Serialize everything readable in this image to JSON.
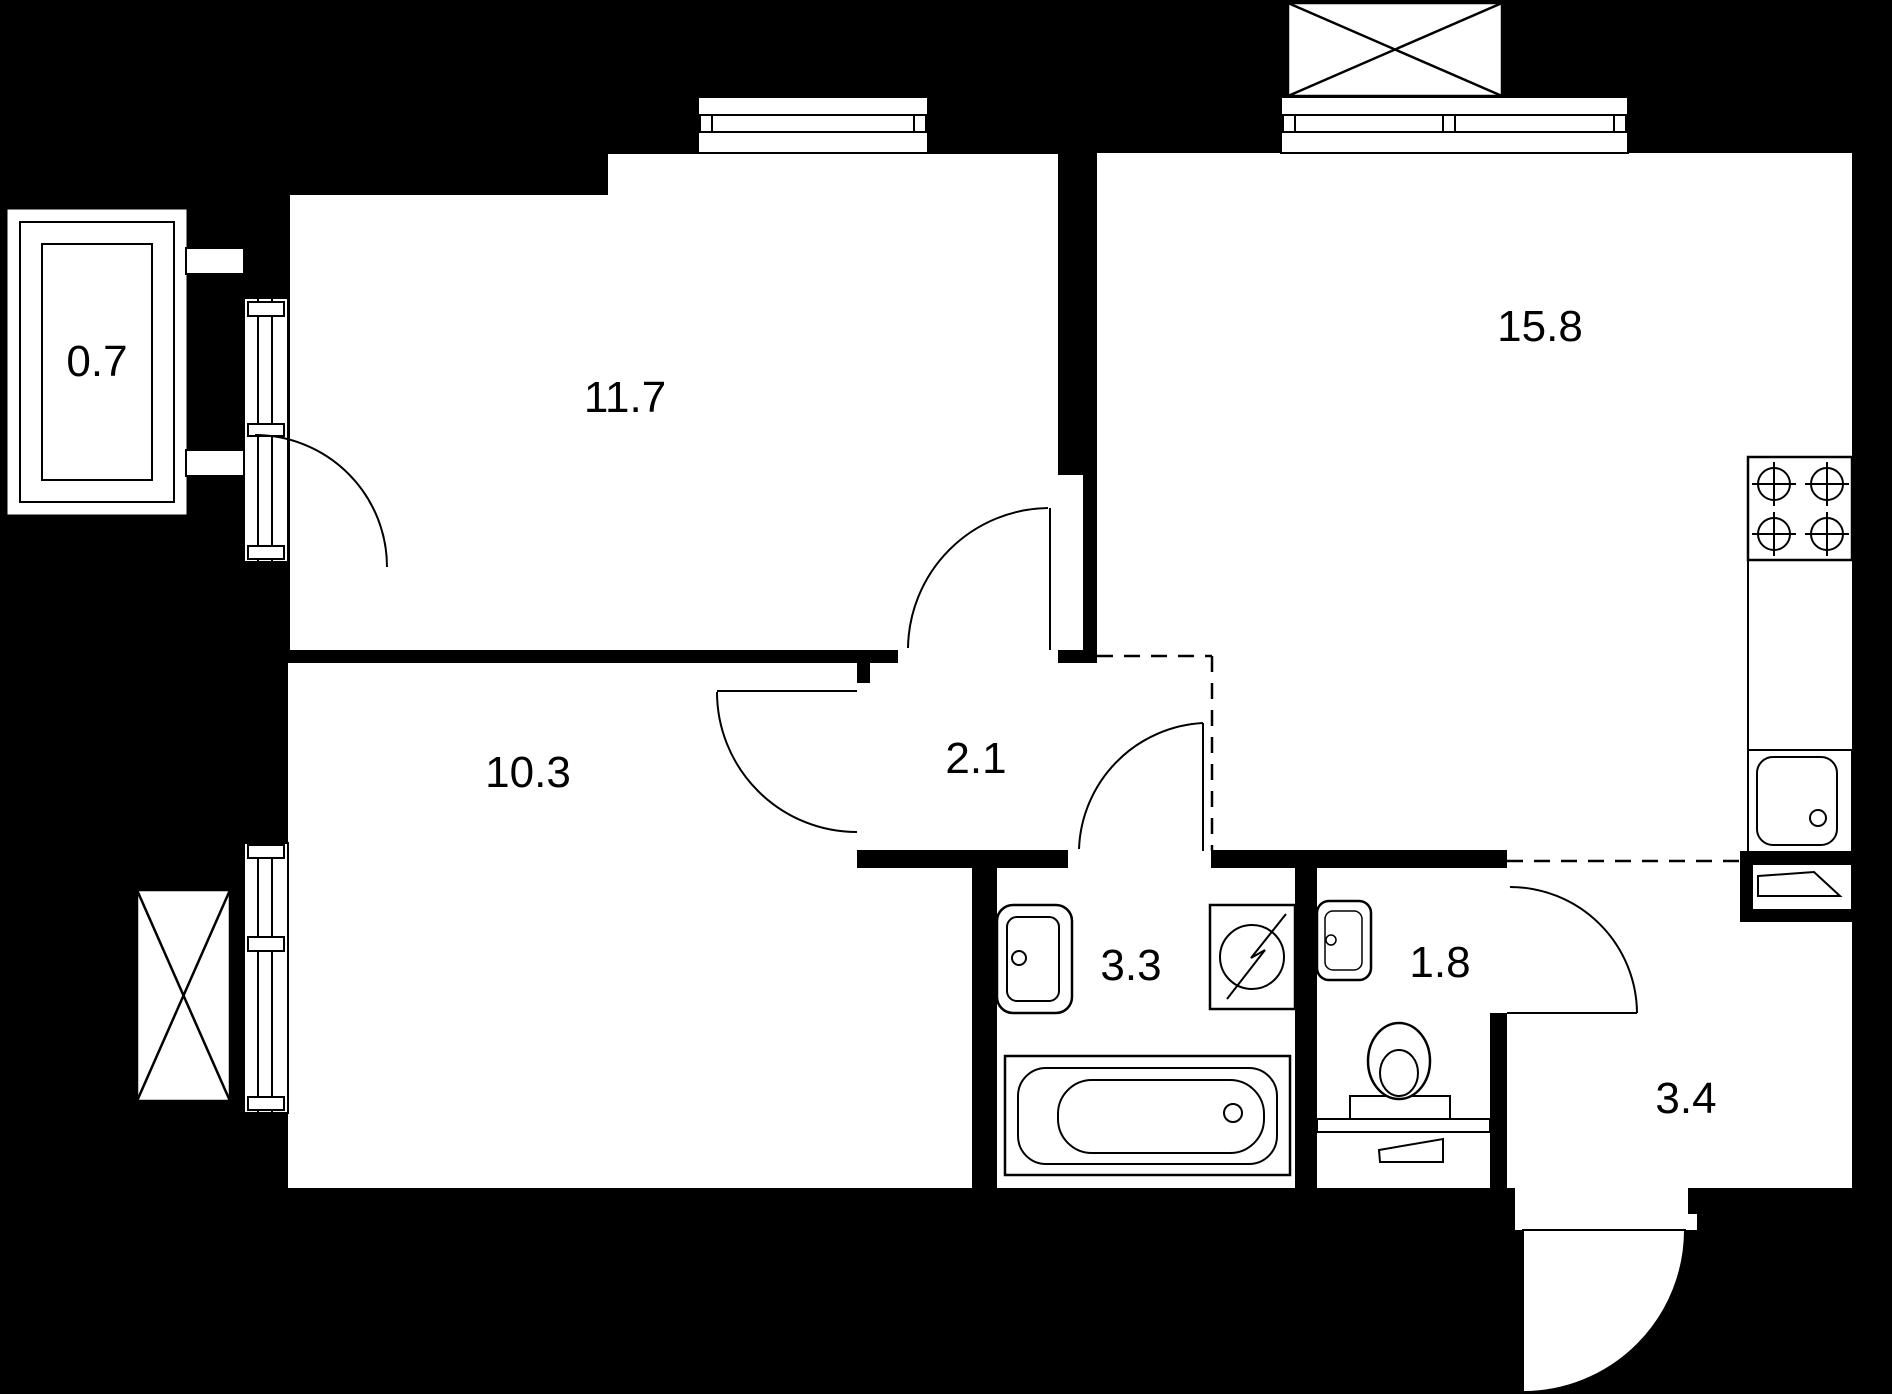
{
  "title": "apartment-floor-plan",
  "colors": {
    "background": "#000000",
    "floor": "#ffffff",
    "line": "#000000"
  },
  "rooms": [
    {
      "id": "balcony",
      "area": "0.7"
    },
    {
      "id": "bedroom",
      "area": "11.7"
    },
    {
      "id": "kitchen-living",
      "area": "15.8"
    },
    {
      "id": "hallway",
      "area": "2.1"
    },
    {
      "id": "room",
      "area": "10.3"
    },
    {
      "id": "bathroom",
      "area": "3.3"
    },
    {
      "id": "wc",
      "area": "1.8"
    },
    {
      "id": "entrance-hall",
      "area": "3.4"
    }
  ]
}
